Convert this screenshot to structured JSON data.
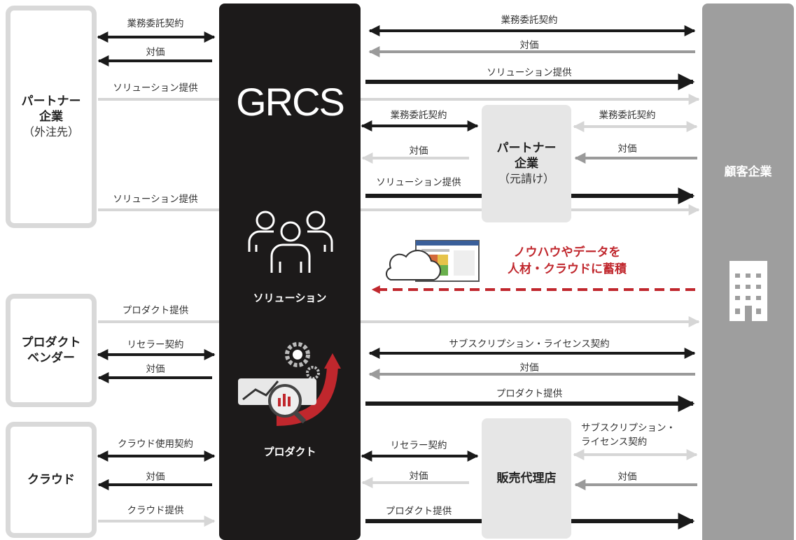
{
  "left_boxes": {
    "partner_outsource": {
      "title_1": "パートナー",
      "title_2": "企業",
      "sub": "（外注先）"
    },
    "product_vendor": {
      "title_1": "プロダクト",
      "title_2": "ベンダー"
    },
    "cloud": {
      "title": "クラウド"
    }
  },
  "center": {
    "logo": "GRCS",
    "solution_label": "ソリューション",
    "product_label": "プロダクト"
  },
  "middle_boxes": {
    "partner_prime": {
      "title_1": "パートナー",
      "title_2": "企業",
      "sub": "（元請け）"
    },
    "reseller": {
      "title": "販売代理店"
    }
  },
  "customer": {
    "title": "顧客企業"
  },
  "knowledge": {
    "line_1": "ノウハウやデータを",
    "line_2": "人材・クラウドに蓄積"
  },
  "labels": {
    "l_contract": "業務委託契約",
    "l_payment": "対価",
    "l_solution_1": "ソリューション提供",
    "l_solution_2": "ソリューション提供",
    "r_contract": "業務委託契約",
    "r_payment": "対価",
    "r_solution": "ソリューション提供",
    "m_contract": "業務委託契約",
    "m_payment": "対価",
    "m_solution": "ソリューション提供",
    "rr_contract": "業務委託契約",
    "rr_payment": "対価",
    "pv_product": "プロダクト提供",
    "pv_reseller": "リセラー契約",
    "pv_payment": "対価",
    "sub_contract": "サブスクリプション・ライセンス契約",
    "sub_payment": "対価",
    "sub_product": "プロダクト提供",
    "cl_contract": "クラウド使用契約",
    "cl_payment": "対価",
    "cl_provide": "クラウド提供",
    "rs_contract": "リセラー契約",
    "rs_payment": "対価",
    "rs_product": "プロダクト提供",
    "rs2_contract_1": "サブスクリプション・",
    "rs2_contract_2": "ライセンス契約",
    "rs2_payment": "対価"
  },
  "colors": {
    "dark_arrow": "#1a1a1a",
    "mid_arrow": "#9a9a9a",
    "light_arrow": "#d6d6d6",
    "red_accent": "#c0272d",
    "grcs_bg": "#1c1a1a",
    "customer_bg": "#9e9e9e"
  }
}
